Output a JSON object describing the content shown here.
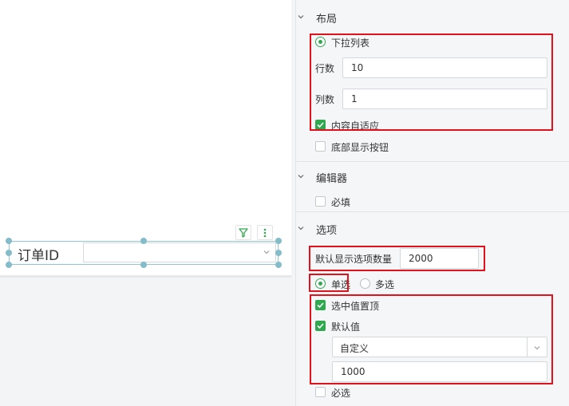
{
  "canvas": {
    "widget_label": "订单ID",
    "widget_value": ""
  },
  "panel": {
    "layout": {
      "title": "布局",
      "dropdown_list_label": "下拉列表",
      "rows_label": "行数",
      "rows_value": "10",
      "cols_label": "列数",
      "cols_value": "1",
      "auto_fit_label": "内容自适应",
      "show_bottom_buttons_label": "底部显示按钮"
    },
    "editor": {
      "title": "编辑器",
      "required_label": "必填"
    },
    "options": {
      "title": "选项",
      "default_count_label": "默认显示选项数量",
      "default_count_value": "2000",
      "single_label": "单选",
      "multi_label": "多选",
      "pin_selected_label": "选中值置顶",
      "default_value_label": "默认值",
      "default_mode": "自定义",
      "default_input_value": "1000",
      "required_label": "必选"
    }
  },
  "colors": {
    "accent_green": "#2fa84f",
    "highlight_red": "#e3111b",
    "handle_blue": "#84bcc9"
  }
}
